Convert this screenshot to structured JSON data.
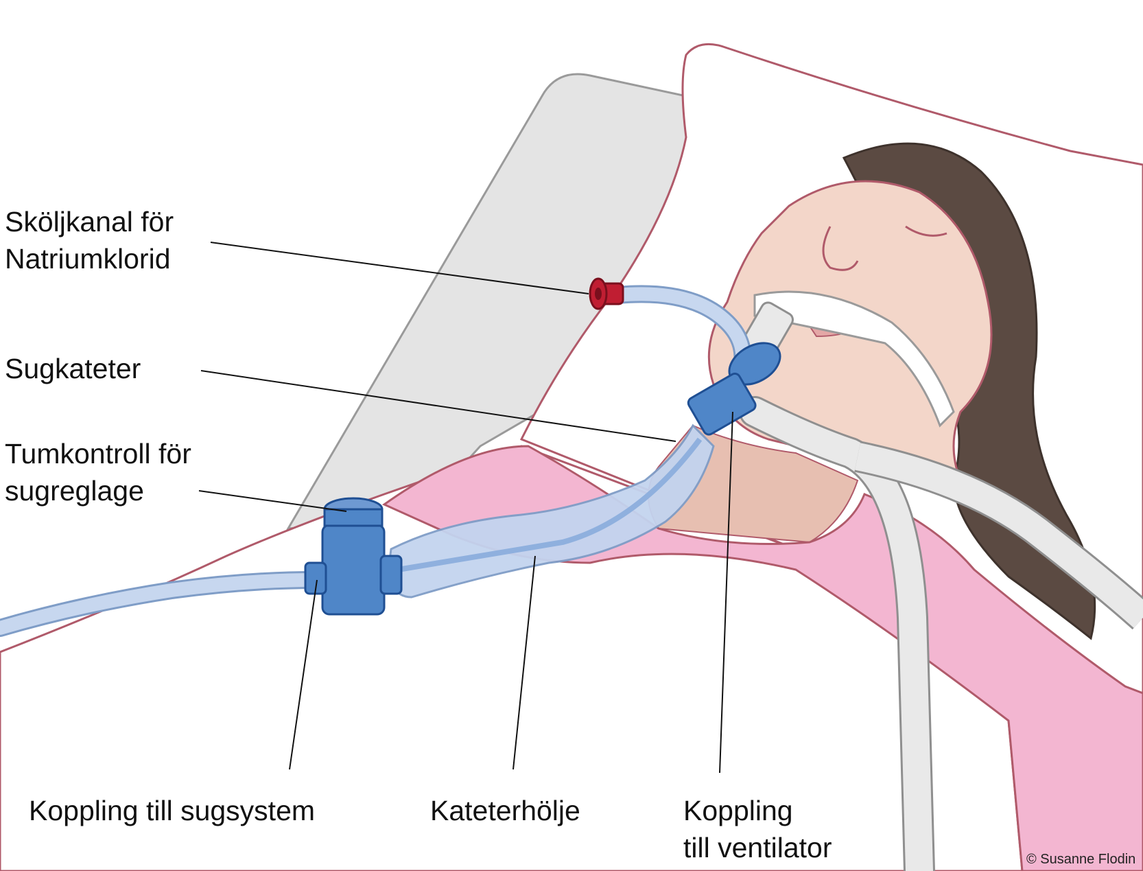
{
  "labels": {
    "flush_channel": {
      "line1": "Sköljkanal för",
      "line2": "Natriumklorid"
    },
    "suction_catheter": "Sugkateter",
    "thumb_control": {
      "line1": "Tumkontroll för",
      "line2": "sugreglage"
    },
    "suction_connection": "Koppling till sugsystem",
    "catheter_sleeve": "Kateterhölje",
    "ventilator_connection": {
      "line1": "Koppling",
      "line2": "till ventilator"
    }
  },
  "credit": "© Susanne Flodin",
  "colors": {
    "outline": "#b05a6a",
    "skin": "#f3d6c9",
    "hair": "#5b4a42",
    "gown": "#f3b6d1",
    "headboard": "#e4e4e4",
    "device_blue": "#4f86c8",
    "sleeve_blue": "#c3d4ef",
    "tube_blue": "#a9c3e8",
    "flush_port_red": "#c01e32",
    "ventilator_hose": "#e9e9e9"
  }
}
